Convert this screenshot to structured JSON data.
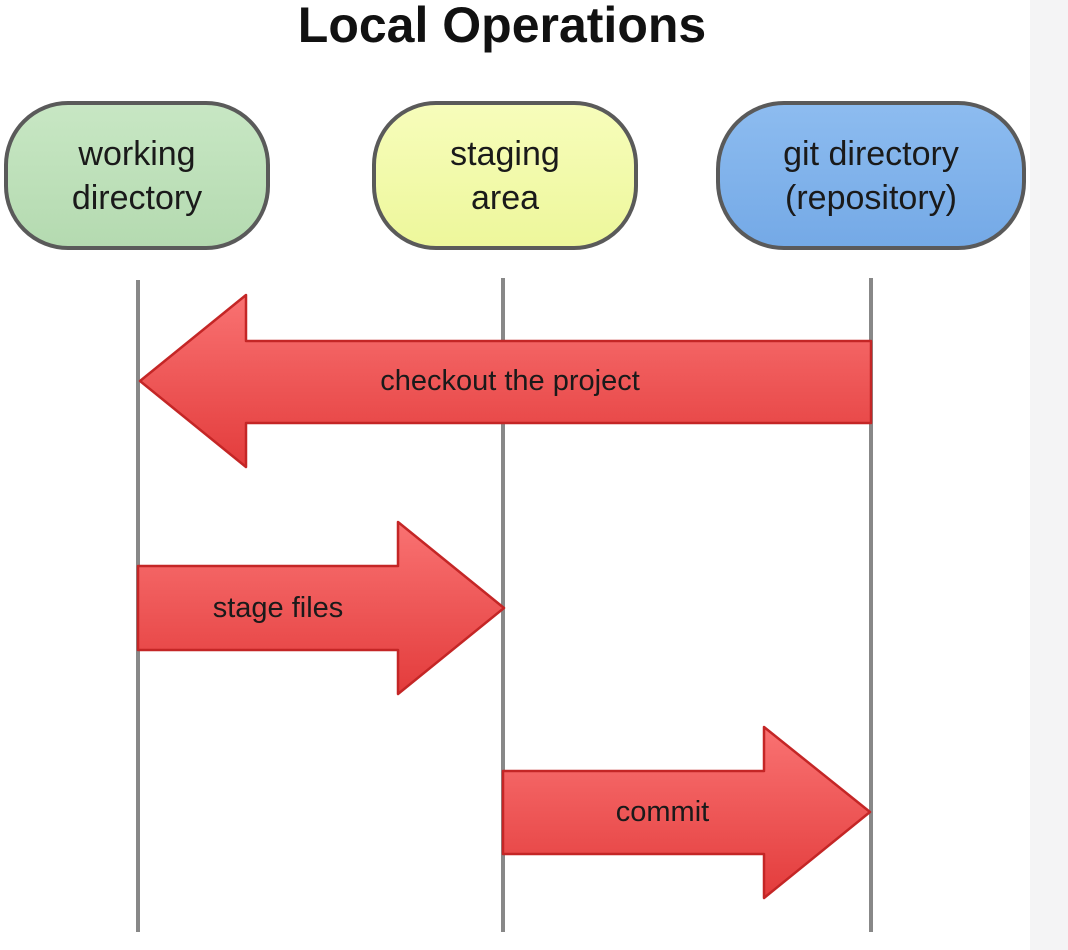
{
  "title": "Local Operations",
  "nodes": [
    {
      "line1": "working",
      "line2": "directory",
      "color": "#bde0b9"
    },
    {
      "line1": "staging",
      "line2": "area",
      "color": "#f2fba7"
    },
    {
      "line1": "git directory",
      "line2": "(repository)",
      "color": "#7fb2ea"
    }
  ],
  "arrows": [
    {
      "label": "checkout the project",
      "from": "git directory",
      "to": "working directory"
    },
    {
      "label": "stage files",
      "from": "working directory",
      "to": "staging area"
    },
    {
      "label": "commit",
      "from": "staging area",
      "to": "git directory"
    }
  ],
  "colors": {
    "arrow_fill": "#f04b4b",
    "arrow_stroke": "#c42626",
    "node_stroke": "#5a5a5a",
    "lifeline": "#888888"
  }
}
